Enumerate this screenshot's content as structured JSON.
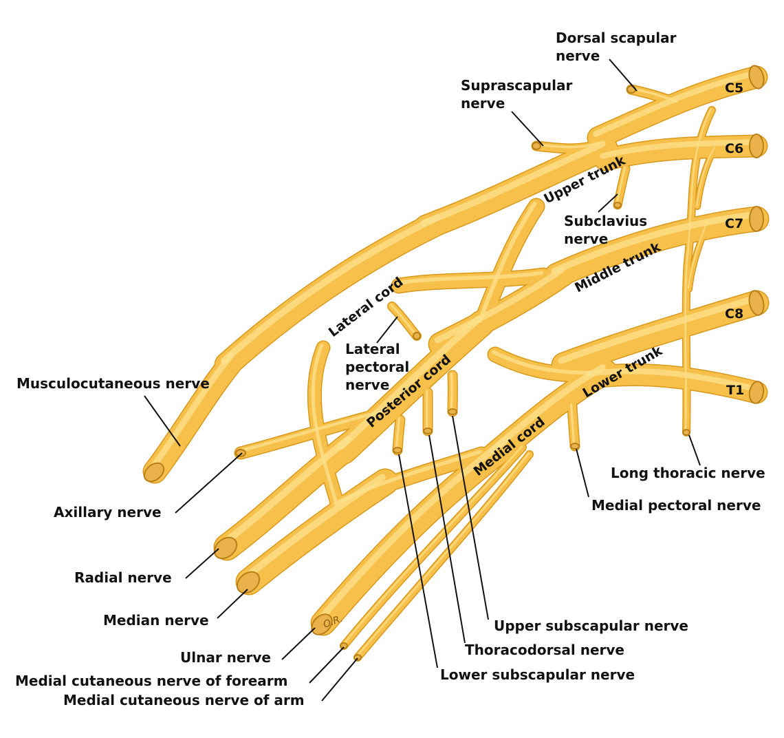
{
  "diagram": {
    "roots": [
      "C5",
      "C6",
      "C7",
      "C8",
      "T1"
    ],
    "trunks": {
      "upper": "Upper trunk",
      "middle": "Middle trunk",
      "lower": "Lower trunk"
    },
    "cords": {
      "lateral": "Lateral cord",
      "posterior": "Posterior cord",
      "medial": "Medial cord"
    },
    "labels": {
      "dorsal_scapular": [
        "Dorsal scapular",
        "nerve"
      ],
      "suprascapular": [
        "Suprascapular",
        "nerve"
      ],
      "subclavius": [
        "Subclavius",
        "nerve"
      ],
      "lateral_pectoral": [
        "Lateral",
        "pectoral",
        "nerve"
      ],
      "musculocutaneous": "Musculocutaneous nerve",
      "axillary": "Axillary nerve",
      "radial": "Radial nerve",
      "median": "Median nerve",
      "ulnar": "Ulnar nerve",
      "med_cut_forearm": "Medial cutaneous nerve of forearm",
      "med_cut_arm": "Medial cutaneous nerve of arm",
      "long_thoracic": "Long thoracic nerve",
      "medial_pectoral": "Medial pectoral nerve",
      "upper_subscapular": "Upper subscapular nerve",
      "thoracodorsal": "Thoracodorsal nerve",
      "lower_subscapular": "Lower subscapular nerve"
    },
    "signature": "O.R.",
    "colors": {
      "nerve_fill": "#F6C04A",
      "nerve_edge": "#D8981A",
      "nerve_highlight": "#FCE28E",
      "cut_end": "#E9B24B",
      "cut_edge": "#B87F16",
      "text": "#111111"
    }
  }
}
